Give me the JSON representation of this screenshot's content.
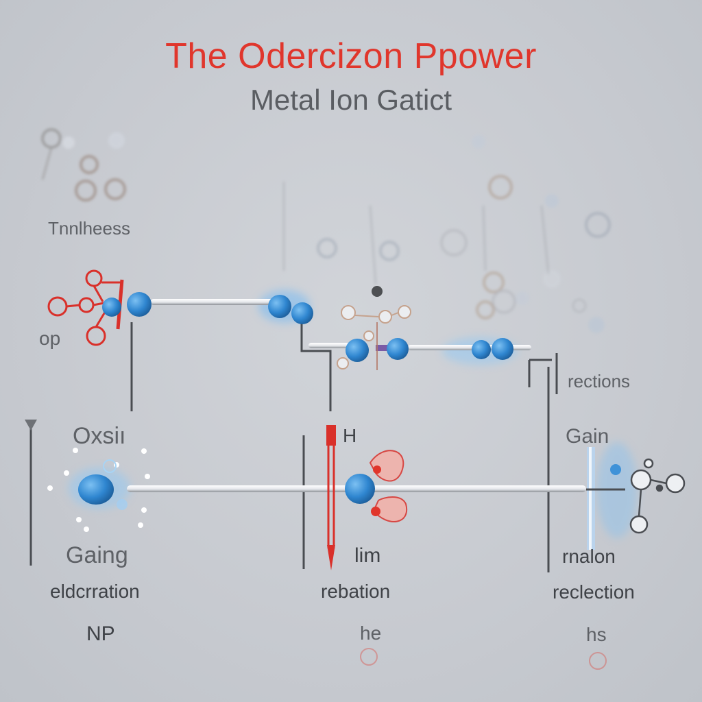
{
  "title": "The Odercizon Ppower",
  "subtitle": "Metal Ion Gatict",
  "labels": {
    "top_left": "Tnnlheess",
    "op": "op",
    "rections": "rections",
    "oxsit": "Oxsiı",
    "h": "H",
    "gain": "Gain",
    "gaing": "Gaing",
    "lim": "lim",
    "malon": "rnalon",
    "eldcrration": "eldcrration",
    "rebation": "rebation",
    "reclection": "reclection",
    "np": "NP",
    "he": "he",
    "hs": "hs"
  },
  "colors": {
    "title_red": "#e0362c",
    "atom_blue": "#2f86d0",
    "line_gray": "#4a4d52",
    "accent_red": "#d9302a"
  }
}
